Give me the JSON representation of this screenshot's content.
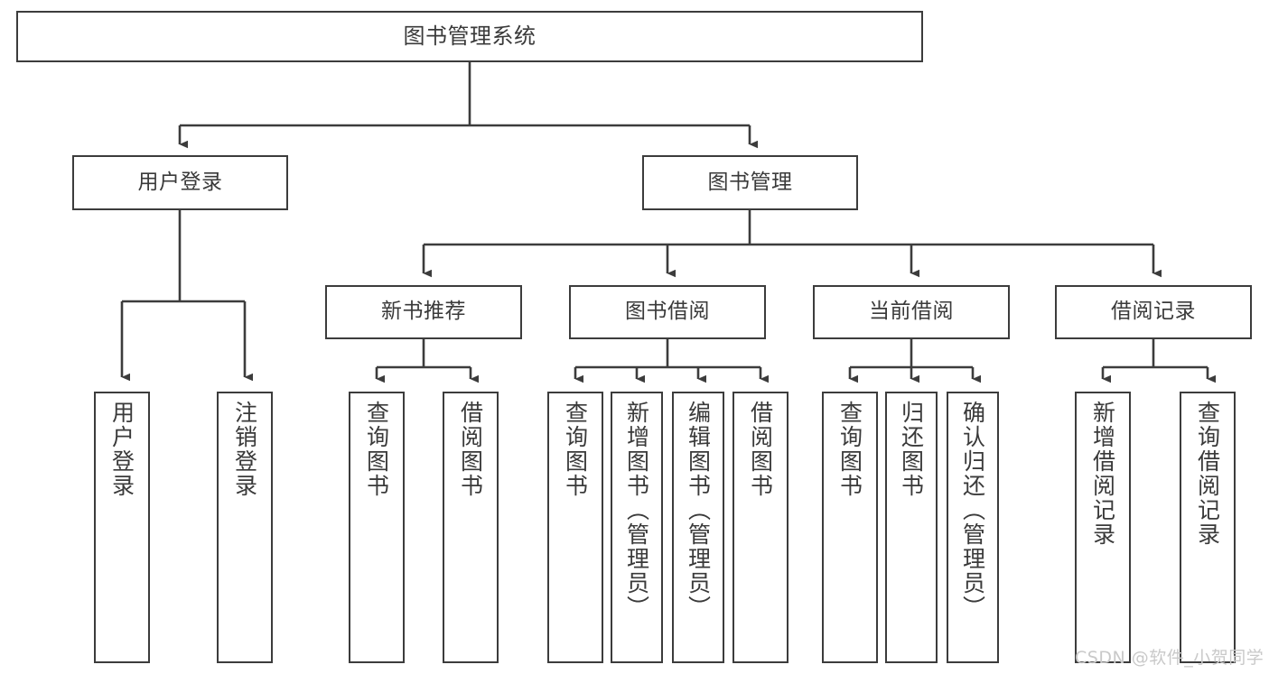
{
  "diagram": {
    "title": "图书管理系统",
    "type": "tree-hierarchy-chart",
    "stroke_color": "#3c3c3c",
    "text_color": "#3a3a3a",
    "background_color": "#ffffff"
  },
  "nodes": {
    "root": {
      "label": "图书管理系统"
    },
    "level2": [
      {
        "id": "user-login",
        "label": "用户登录"
      },
      {
        "id": "book-management",
        "label": "图书管理"
      }
    ],
    "level3": [
      {
        "id": "new-book-recommend",
        "label": "新书推荐"
      },
      {
        "id": "book-borrow",
        "label": "图书借阅"
      },
      {
        "id": "current-borrow",
        "label": "当前借阅"
      },
      {
        "id": "borrow-record",
        "label": "借阅记录"
      }
    ],
    "leaves": [
      {
        "id": "leaf-user-login",
        "label": "用户登录",
        "parent": "user-login"
      },
      {
        "id": "leaf-logout",
        "label": "注销登录",
        "parent": "user-login"
      },
      {
        "id": "leaf-query-book-1",
        "label": "查询图书",
        "parent": "new-book-recommend"
      },
      {
        "id": "leaf-borrow-book-1",
        "label": "借阅图书",
        "parent": "new-book-recommend"
      },
      {
        "id": "leaf-query-book-2",
        "label": "查询图书",
        "parent": "book-borrow"
      },
      {
        "id": "leaf-add-book",
        "label": "新增图书（管理员）",
        "parent": "book-borrow"
      },
      {
        "id": "leaf-edit-book",
        "label": "编辑图书（管理员）",
        "parent": "book-borrow"
      },
      {
        "id": "leaf-borrow-book-2",
        "label": "借阅图书",
        "parent": "book-borrow"
      },
      {
        "id": "leaf-query-book-3",
        "label": "查询图书",
        "parent": "current-borrow"
      },
      {
        "id": "leaf-return-book",
        "label": "归还图书",
        "parent": "current-borrow"
      },
      {
        "id": "leaf-confirm-return",
        "label": "确认归还（管理员）",
        "parent": "current-borrow"
      },
      {
        "id": "leaf-add-record",
        "label": "新增借阅记录",
        "parent": "borrow-record"
      },
      {
        "id": "leaf-query-record",
        "label": "查询借阅记录",
        "parent": "borrow-record"
      }
    ]
  },
  "watermark": {
    "text": "CSDN @软件_小贺同学"
  }
}
